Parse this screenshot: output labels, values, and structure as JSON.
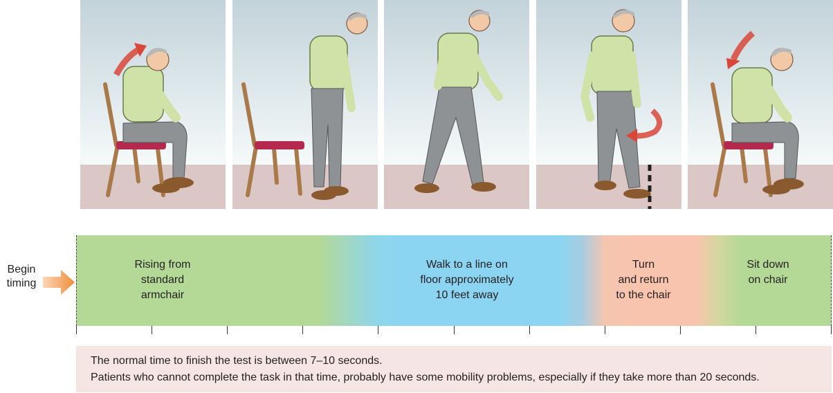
{
  "begin_label": {
    "line1": "Begin",
    "line2": "timing"
  },
  "stages": [
    {
      "lines": [
        "Rising from",
        "standard",
        "armchair"
      ]
    },
    {
      "lines": [
        "Walk to a line on",
        "floor approximately",
        "10 feet away"
      ]
    },
    {
      "lines": [
        "Turn",
        "and return",
        "to the chair"
      ]
    },
    {
      "lines": [
        "Sit down",
        "on chair"
      ]
    }
  ],
  "note": {
    "line1": "The normal time to finish the test is between 7–10 seconds.",
    "line2": "Patients who cannot complete the task in that time, probably have some mobility problems, especially if they take more than 20 seconds."
  },
  "colors": {
    "rise_sit": "#b4d996",
    "walk": "#8bd5f3",
    "turn": "#f9c4ad",
    "note_bg": "#f5e5e3",
    "arrow": "#f28c3a",
    "motion_arrow": "#d9473a"
  },
  "illustrations": [
    "man-rising-from-chair",
    "man-standing-beside-chair",
    "man-walking",
    "man-turning-at-line",
    "man-sitting-down"
  ]
}
